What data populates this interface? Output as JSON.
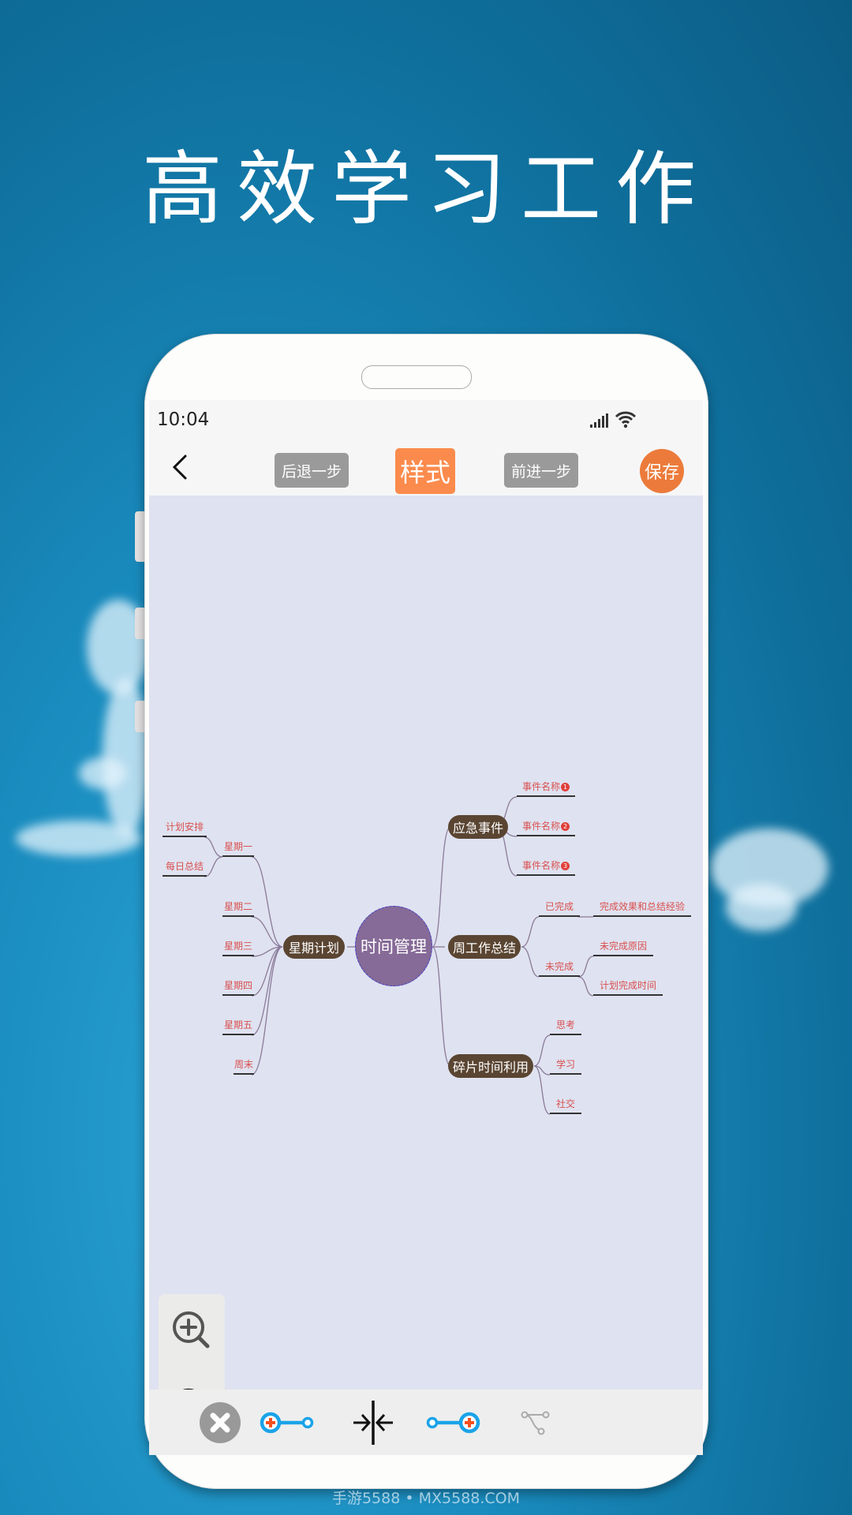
{
  "promo": {
    "headline": "高效学习工作",
    "watermark": "手游5588 • MX5588.COM"
  },
  "status_bar": {
    "time": "10:04",
    "icons": [
      "signal-icon",
      "wifi-icon"
    ]
  },
  "nav": {
    "back_icon": "chevron-left-icon",
    "undo_label": "后退一步",
    "style_label": "样式",
    "redo_label": "前进一步",
    "save_label": "保存",
    "colors": {
      "style_bg": "#fb8b4d",
      "save_bg": "#ec7b3b",
      "gray_btn": "#9a9a9a"
    }
  },
  "mindmap": {
    "root": "时间管理",
    "branches": [
      {
        "label": "星期计划",
        "side": "left",
        "children": [
          {
            "label": "星期一",
            "children": [
              {
                "label": "计划安排"
              },
              {
                "label": "每日总结"
              }
            ]
          },
          {
            "label": "星期二"
          },
          {
            "label": "星期三"
          },
          {
            "label": "星期四"
          },
          {
            "label": "星期五"
          },
          {
            "label": "周末"
          }
        ]
      },
      {
        "label": "应急事件",
        "side": "right",
        "children": [
          {
            "label": "事件名称",
            "badge": "1"
          },
          {
            "label": "事件名称",
            "badge": "2"
          },
          {
            "label": "事件名称",
            "badge": "3"
          }
        ]
      },
      {
        "label": "周工作总结",
        "side": "right",
        "children": [
          {
            "label": "已完成",
            "children": [
              {
                "label": "完成效果和总结经验"
              }
            ]
          },
          {
            "label": "未完成",
            "children": [
              {
                "label": "未完成原因"
              },
              {
                "label": "计划完成时间"
              }
            ]
          }
        ]
      },
      {
        "label": "碎片时间利用",
        "side": "right",
        "children": [
          {
            "label": "思考"
          },
          {
            "label": "学习"
          },
          {
            "label": "社交"
          }
        ]
      }
    ],
    "colors": {
      "canvas": "#dfe2f0",
      "root": "#866a97",
      "branch": "#5a4532",
      "leaf_text": "#d9504f",
      "line": "#8a7a9a"
    }
  },
  "zoom_controls": {
    "zoom_in": "zoom-in-icon",
    "zoom_out": "zoom-out-icon"
  },
  "toolbar": {
    "items": [
      "delete-node-icon",
      "add-parent-node-icon",
      "collapse-center-icon",
      "add-child-node-icon",
      "branch-connector-icon"
    ],
    "colors": {
      "accent": "#1aa3e8",
      "plus": "#f5501f",
      "delete_bg": "#999999"
    }
  }
}
